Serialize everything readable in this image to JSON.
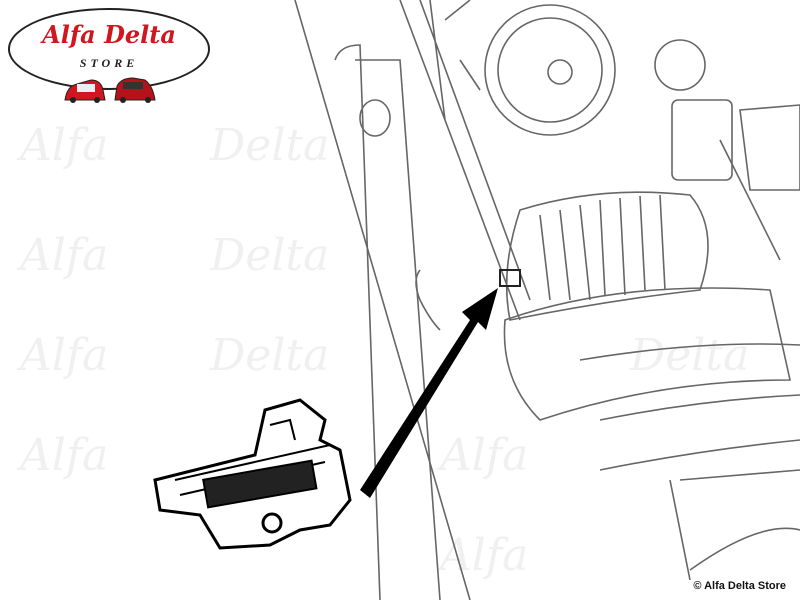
{
  "logo": {
    "name": "Alfa Delta",
    "store": "STORE"
  },
  "watermark": {
    "text1": "Alfa",
    "text2": "Delta"
  },
  "copyright": "© Alfa Delta Store",
  "colors": {
    "brand_red": "#d0161e",
    "line": "#555555",
    "watermark": "#f0f0f0"
  }
}
